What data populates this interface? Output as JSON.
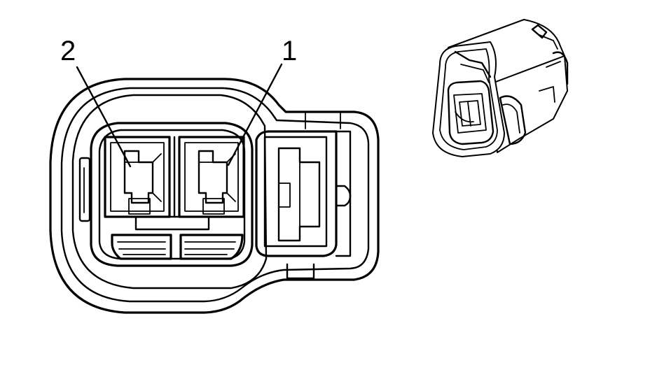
{
  "diagram": {
    "pin_labels": [
      {
        "id": "pin-2",
        "text": "2"
      },
      {
        "id": "pin-1",
        "text": "1"
      }
    ]
  }
}
